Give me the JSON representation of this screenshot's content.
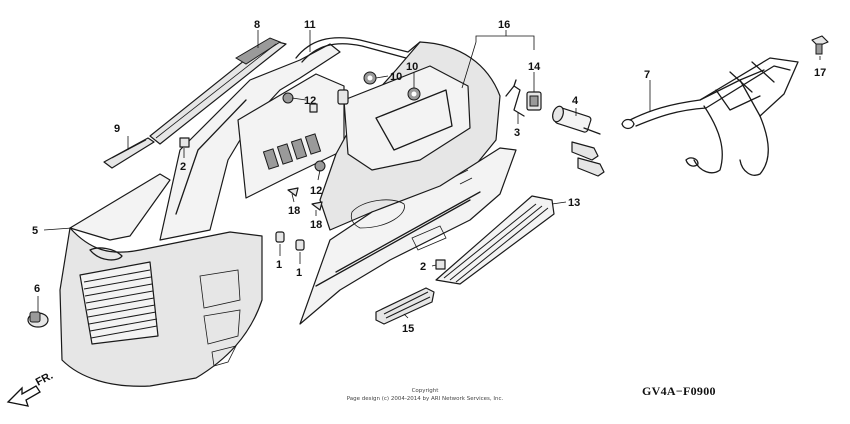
{
  "diagram": {
    "callouts": [
      "1",
      "1",
      "2",
      "2",
      "3",
      "4",
      "5",
      "6",
      "7",
      "8",
      "9",
      "10",
      "10",
      "11",
      "12",
      "12",
      "13",
      "14",
      "15",
      "16",
      "17",
      "18",
      "18"
    ],
    "direction_label": "FR.",
    "diagram_code": "GV4A−F0900",
    "copyright_line1": "Copyright",
    "copyright_line2": "Page design (c) 2004-2014 by ARI Network Services, Inc."
  }
}
